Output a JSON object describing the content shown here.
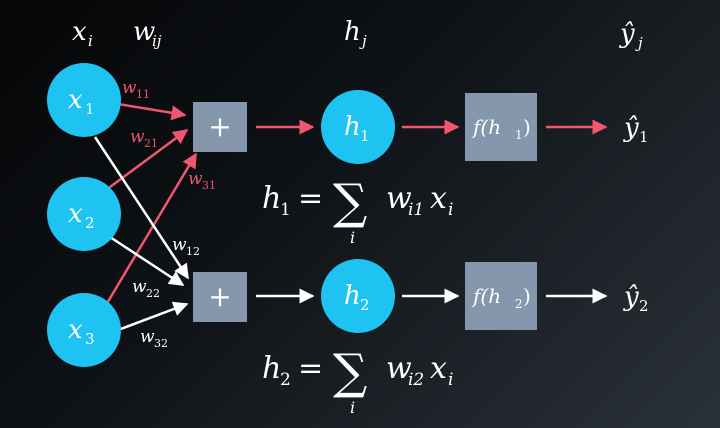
{
  "headers": {
    "x": {
      "base": "x",
      "sub": "i"
    },
    "w": {
      "base": "w",
      "sub": "ij"
    },
    "h": {
      "base": "h",
      "sub": "j"
    },
    "y": {
      "base": "ŷ",
      "sub": "j"
    }
  },
  "inputs": [
    {
      "base": "x",
      "sub": "1"
    },
    {
      "base": "x",
      "sub": "2"
    },
    {
      "base": "x",
      "sub": "3"
    }
  ],
  "weights": {
    "w11": {
      "base": "w",
      "sub": "11"
    },
    "w21": {
      "base": "w",
      "sub": "21"
    },
    "w31": {
      "base": "w",
      "sub": "31"
    },
    "w12": {
      "base": "w",
      "sub": "12"
    },
    "w22": {
      "base": "w",
      "sub": "22"
    },
    "w32": {
      "base": "w",
      "sub": "32"
    }
  },
  "sum_symbol": "+",
  "hidden": [
    {
      "base": "h",
      "sub": "1"
    },
    {
      "base": "h",
      "sub": "2"
    }
  ],
  "activations": [
    {
      "pre": "f(h",
      "sub": "1",
      "post": ")"
    },
    {
      "pre": "f(h",
      "sub": "2",
      "post": ")"
    }
  ],
  "outputs": [
    {
      "base": "ŷ",
      "sub": "1"
    },
    {
      "base": "ŷ",
      "sub": "2"
    }
  ],
  "equations": [
    {
      "lhs": "h",
      "lhs_sub": "1",
      "eq": "=",
      "sigma": "∑",
      "index": "i",
      "w": "w",
      "w_sub": "i1",
      "x": "x",
      "x_sub": "i"
    },
    {
      "lhs": "h",
      "lhs_sub": "2",
      "eq": "=",
      "sigma": "∑",
      "index": "i",
      "w": "w",
      "w_sub": "i2",
      "x": "x",
      "x_sub": "i"
    }
  ],
  "colors": {
    "node": "#1ec3f2",
    "box": "#8497ad",
    "active_arrow": "#f0566f",
    "inactive_arrow": "#ffffff"
  }
}
